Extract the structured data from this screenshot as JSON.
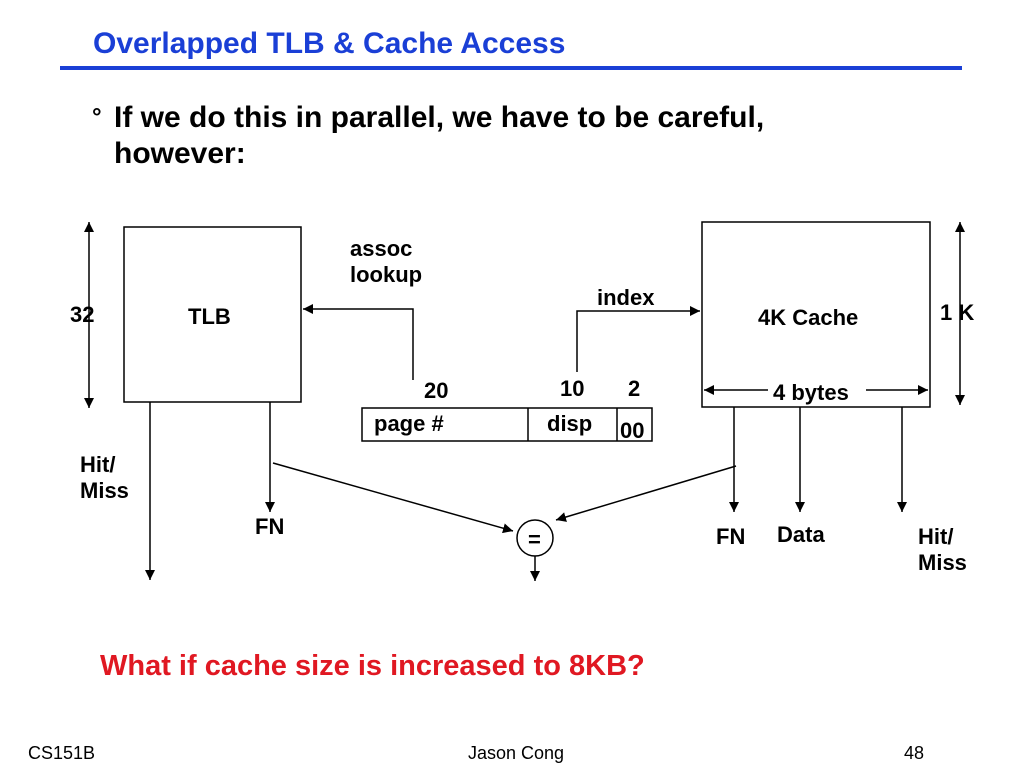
{
  "slide": {
    "title": "Overlapped TLB & Cache Access",
    "bullet_mark": "°",
    "bullet_text": "If we do this in parallel, we have to be careful, however:",
    "question": "What if cache size is increased to 8KB?"
  },
  "diagram": {
    "tlb_label": "TLB",
    "tlb_height_label": "32",
    "assoc_line1": "assoc",
    "assoc_line2": "lookup",
    "index_label": "index",
    "cache_label": "4K Cache",
    "cache_height_label": "1 K",
    "bytes_label": "4 bytes",
    "addr_bits_page": "20",
    "addr_bits_disp": "10",
    "addr_bits_offset": "2",
    "page_field": "page #",
    "disp_field": "disp",
    "offset_field": "00",
    "tlb_hit_line1": "Hit/",
    "tlb_hit_line2": "Miss",
    "tlb_fn": "FN",
    "compare_symbol": "=",
    "cache_fn": "FN",
    "cache_data": "Data",
    "cache_hit_line1": "Hit/",
    "cache_hit_line2": "Miss"
  },
  "footer": {
    "left": "CS151B",
    "center": "Jason Cong",
    "right": "48"
  },
  "colors": {
    "title": "#1a3fd6",
    "question": "#e01822"
  }
}
